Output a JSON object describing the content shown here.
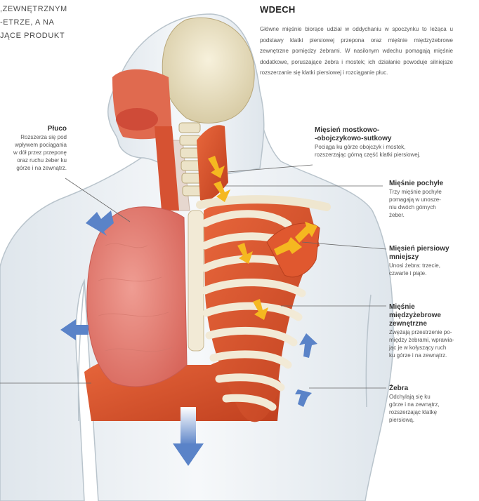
{
  "intro_clipped": [
    "ZEWNĘTRZNYM,",
    "ETRZE, A NA-",
    "JĄCE PRODUKT"
  ],
  "title": "WDECH",
  "intro": "Główne mięśnie biorące udział w oddychaniu w spoczynku to leżąca u podstawy klatki piersiowej przepona oraz mięśnie międzyżebrowe zewnętrzne pomiędzy żebrami. W nasilonym wdechu pomagają mięśnie dodatkowe, poruszające żebra i mostek; ich działanie powoduje silniejsze rozszerzanie się klatki piersiowej i rozciąganie płuc.",
  "annotations": {
    "lung": {
      "label": "Płuco",
      "lines": [
        "Rozszerza się pod",
        "wpływem pociągania",
        "w dół przez przeponę",
        "oraz ruchu żeber ku",
        "górze i na zewnątrz."
      ]
    },
    "scm": {
      "label_lines": [
        "Mięsień mostkowo-",
        "-obojczykowo-sutkowy"
      ],
      "lines": [
        "Pociąga ku górze obojczyk i mostek,",
        "rozszerzając górną część klatki piersiowej."
      ]
    },
    "scalene": {
      "label": "Mięśnie pochyłe",
      "lines": [
        "Trzy mięśnie pochyłe",
        "pomagają w unosze-",
        "niu dwóch górnych",
        "żeber."
      ]
    },
    "pec_minor": {
      "label_lines": [
        "Mięsień piersiowy",
        "mniejszy"
      ],
      "lines": [
        "Unosi żebra: trzecie,",
        "czwarte i piąte."
      ]
    },
    "intercostal": {
      "label_lines": [
        "Mięśnie",
        "międzyżebrowe",
        "zewnętrzne"
      ],
      "lines": [
        "Zwężają przestrzenie po-",
        "między żebrami, wprawia-",
        "jąc je w kołyszący ruch",
        "ku górze i na zewnątrz."
      ]
    },
    "ribs": {
      "label": "Żebra",
      "lines": [
        "Odchylają się ku",
        "górze i na zewnątrz,",
        "rozszerzając klatkę",
        "piersiową."
      ]
    }
  },
  "colors": {
    "muscle": "#d9552f",
    "lung": "#e8827a",
    "bone": "#efe6cf",
    "arrow_blue": "#5a83c8",
    "arrow_yellow": "#f5b820",
    "skin": "#e9eef2"
  }
}
